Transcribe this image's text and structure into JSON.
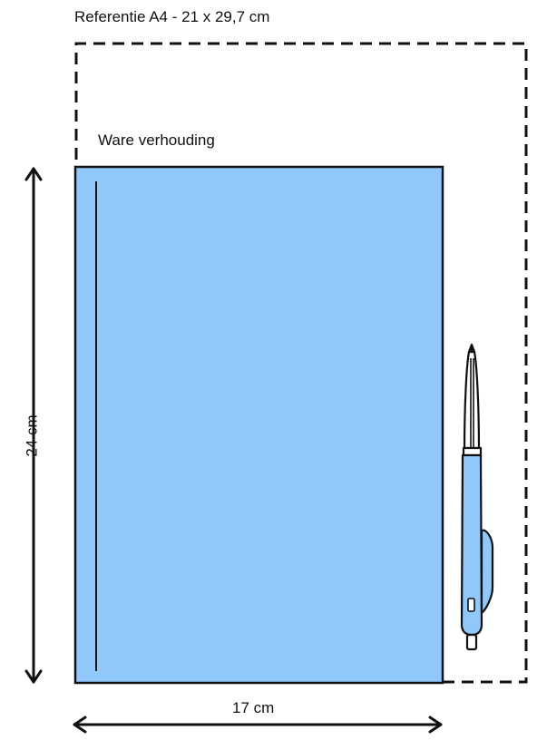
{
  "reference_label": "Referentie A4 - 21 x 29,7 cm",
  "true_ratio_label": "Ware verhouding",
  "height_label": "24 cm",
  "width_label": "17 cm",
  "colors": {
    "notebook_fill": "#90c8fc",
    "outline": "#111111",
    "pen_barrel": "#90c8fc",
    "pen_cap": "#ffffff"
  },
  "icons": [
    "pen-icon",
    "double-arrow-vertical",
    "double-arrow-horizontal"
  ]
}
